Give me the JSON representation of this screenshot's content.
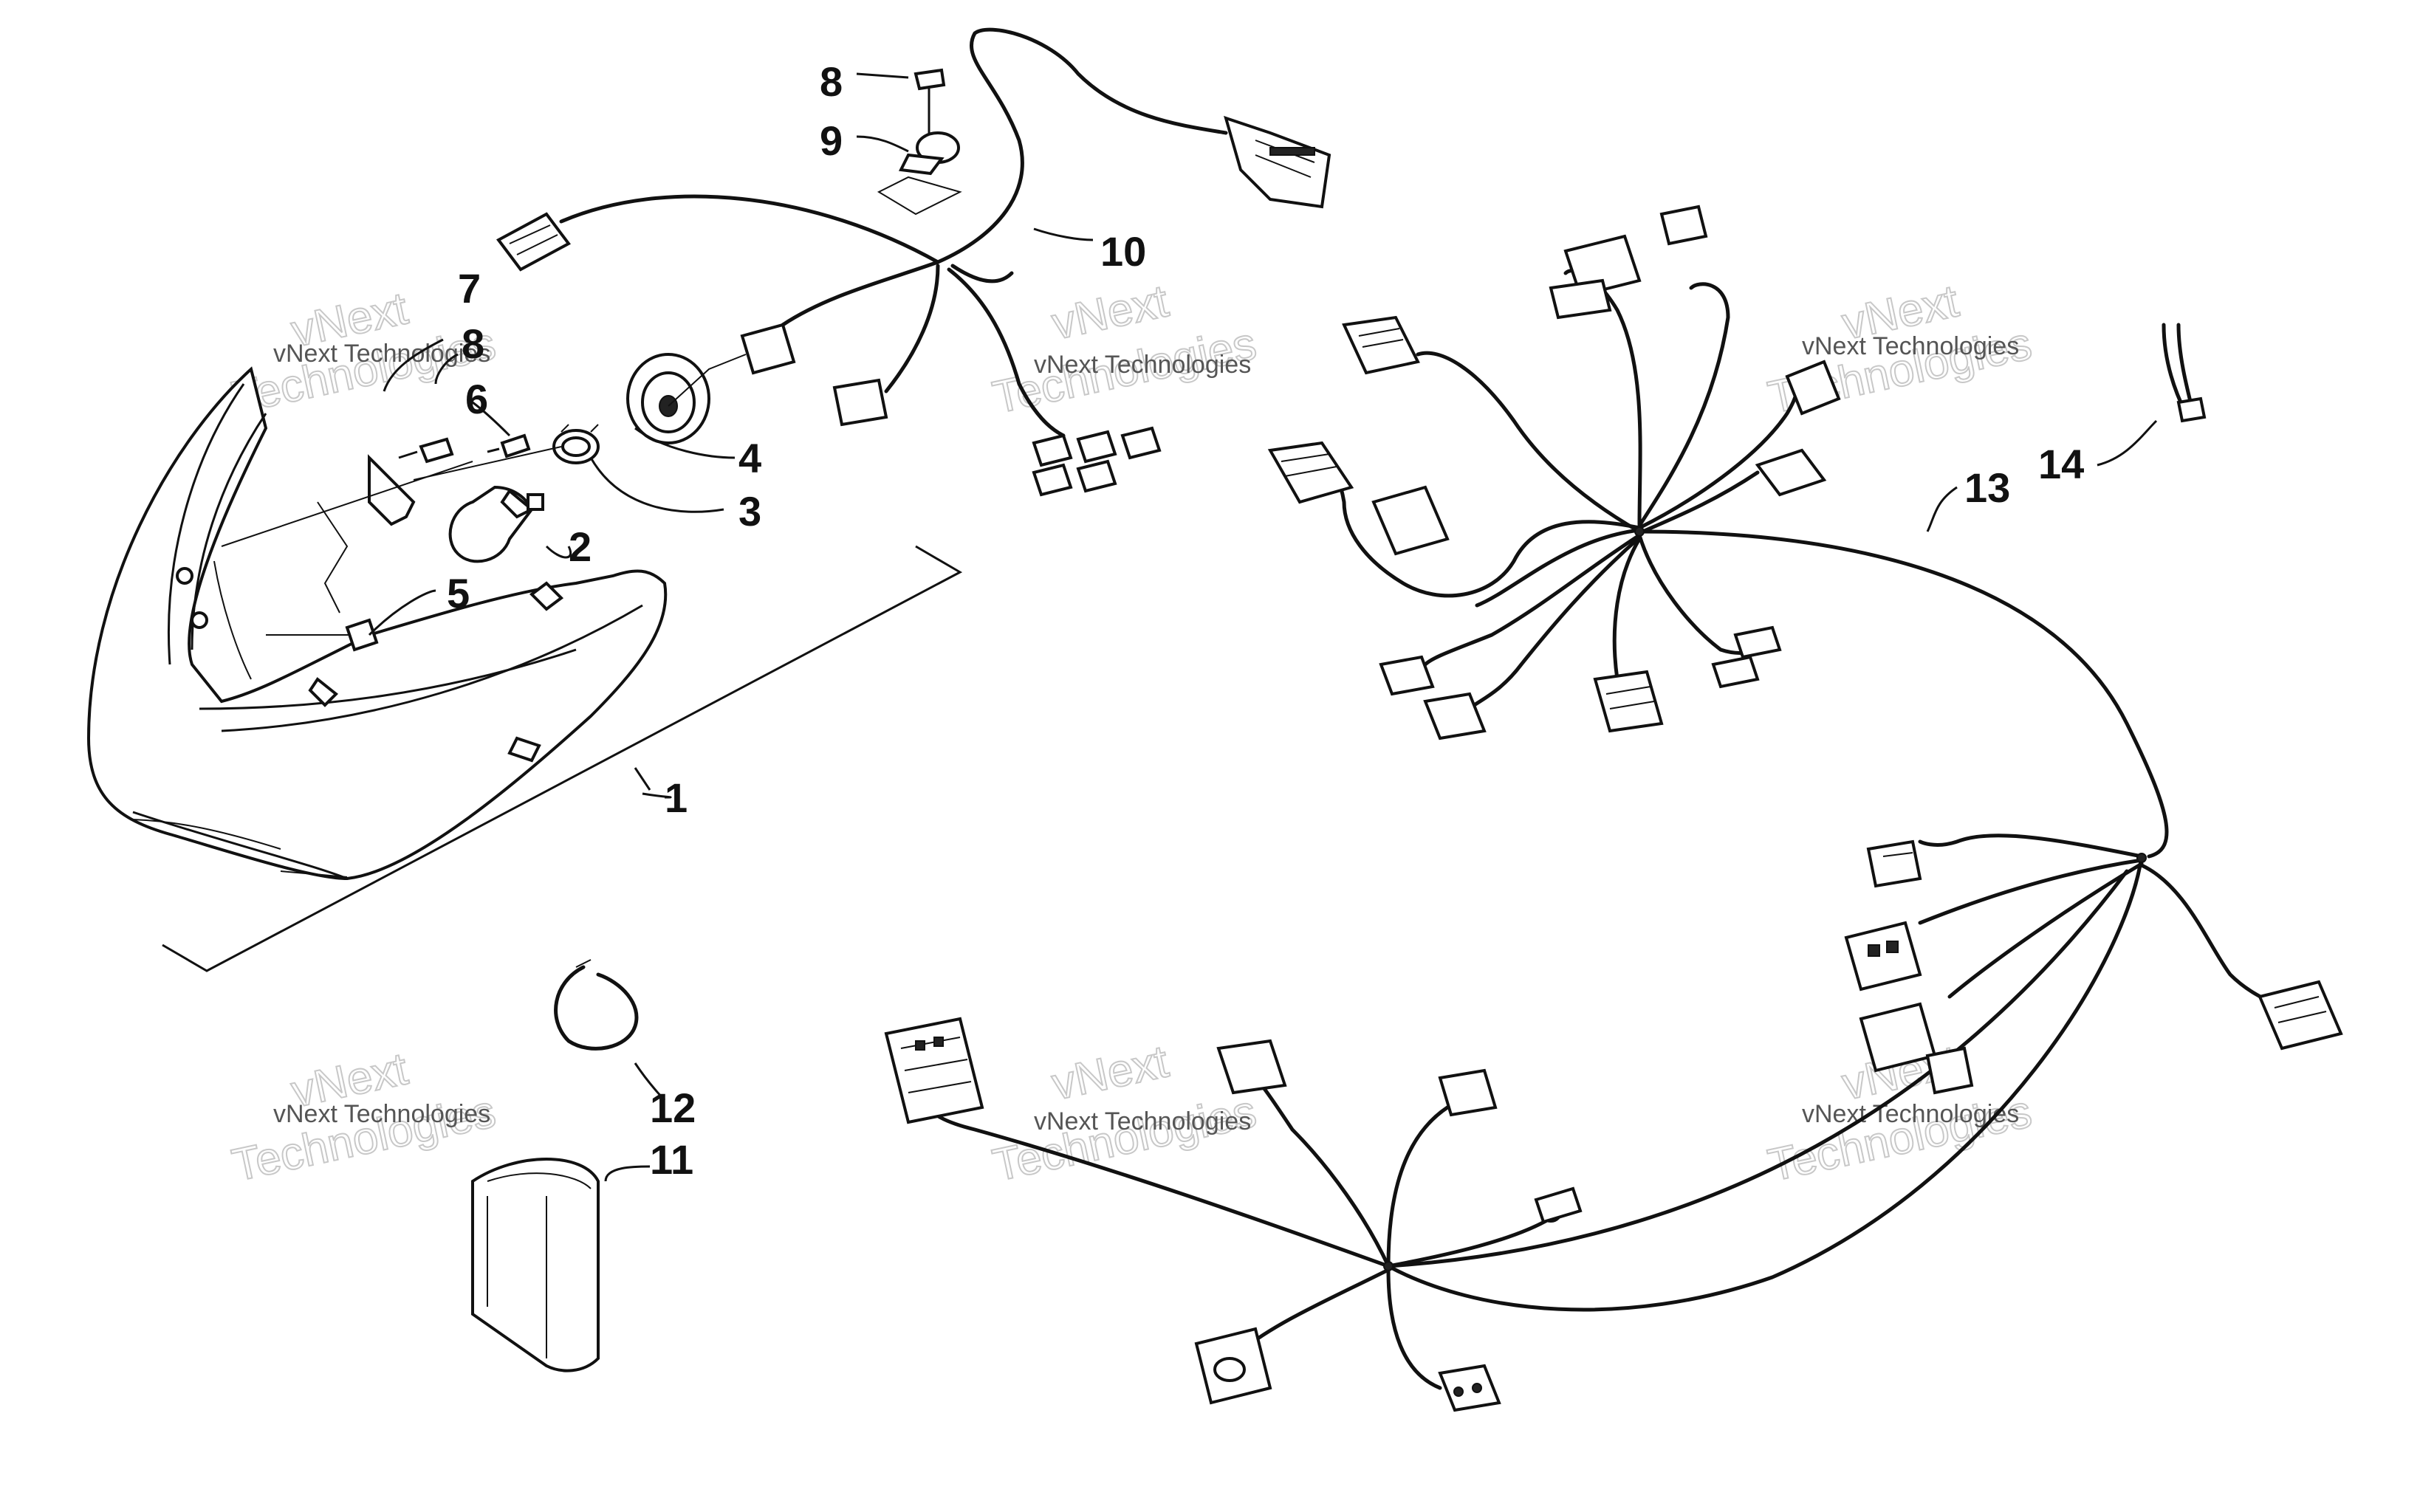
{
  "callouts": [
    {
      "id": "1",
      "label": "1"
    },
    {
      "id": "2",
      "label": "2"
    },
    {
      "id": "3",
      "label": "3"
    },
    {
      "id": "4",
      "label": "4"
    },
    {
      "id": "5",
      "label": "5"
    },
    {
      "id": "6",
      "label": "6"
    },
    {
      "id": "7",
      "label": "7"
    },
    {
      "id": "8a",
      "label": "8"
    },
    {
      "id": "8b",
      "label": "8"
    },
    {
      "id": "9",
      "label": "9"
    },
    {
      "id": "10",
      "label": "10"
    },
    {
      "id": "11",
      "label": "11"
    },
    {
      "id": "12",
      "label": "12"
    },
    {
      "id": "13",
      "label": "13"
    },
    {
      "id": "14",
      "label": "14"
    }
  ],
  "watermark": {
    "line1": "vNext Technologies",
    "line2": "vNext",
    "line3": "Technologies"
  }
}
